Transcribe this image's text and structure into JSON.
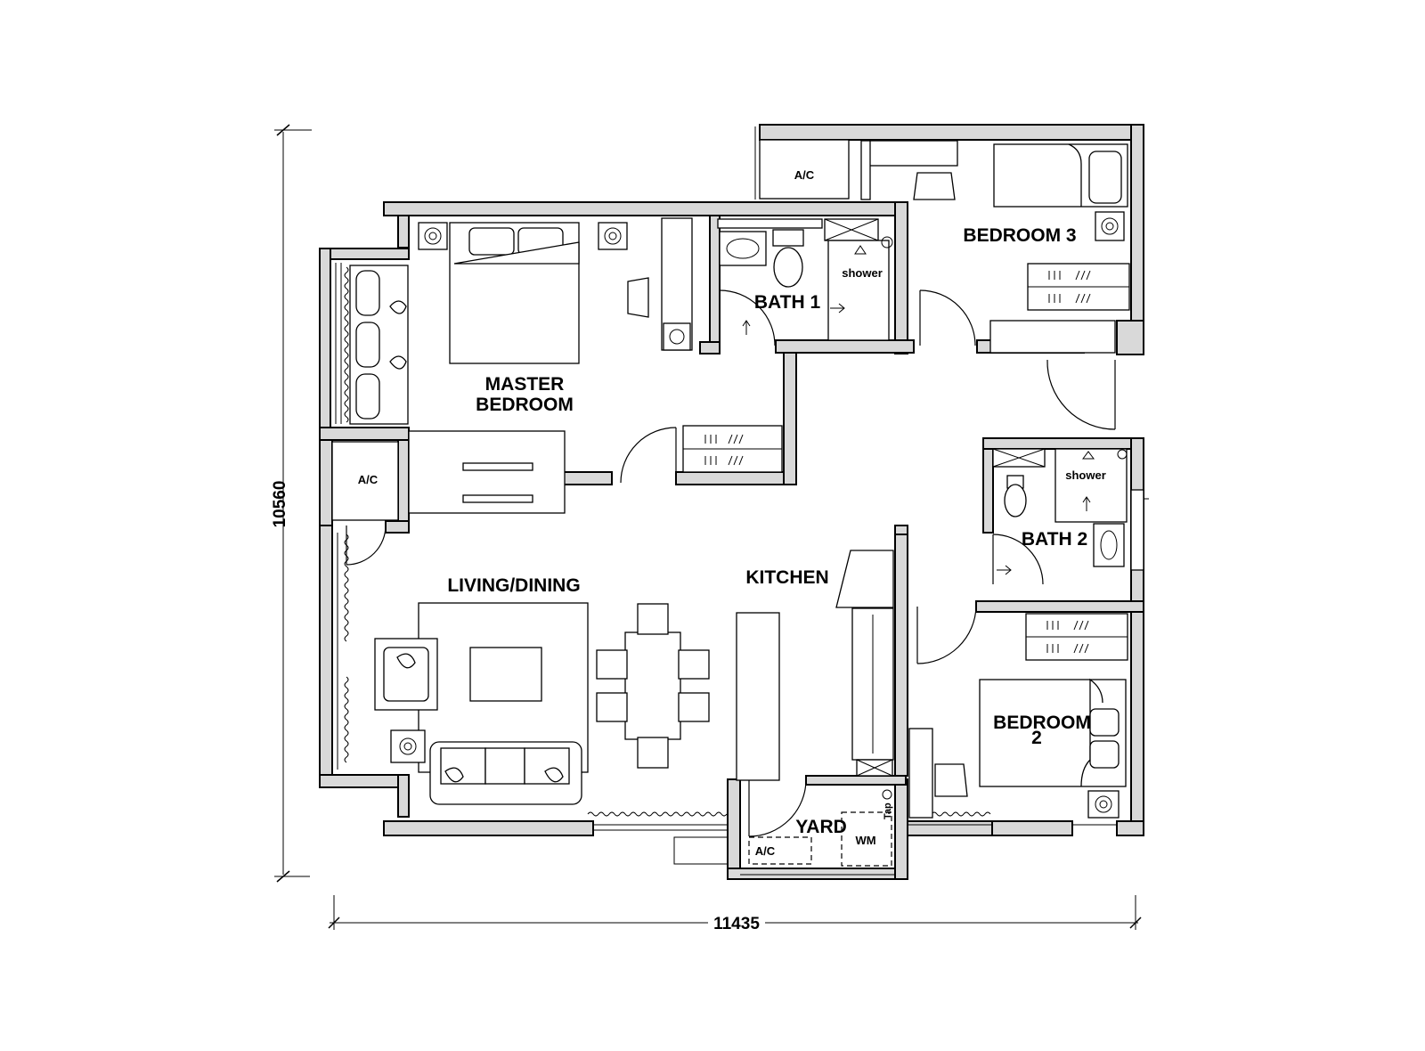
{
  "dimensions": {
    "height": "10560",
    "width": "11435"
  },
  "rooms": {
    "master_bedroom": [
      "MASTER",
      "BEDROOM"
    ],
    "bath_1": "BATH 1",
    "bedroom_3": "BEDROOM 3",
    "bath_2": "BATH 2",
    "living_dining": "LIVING/DINING",
    "kitchen": "KITCHEN",
    "bedroom_2": [
      "BEDROOM",
      "2"
    ],
    "yard": "YARD"
  },
  "fixtures": {
    "ac_bedroom3": "A/C",
    "ac_master": "A/C",
    "ac_yard": "A/C",
    "shower_bath1": "shower",
    "shower_bath2": "shower",
    "washing_machine": "WM",
    "tap": "Tap"
  }
}
